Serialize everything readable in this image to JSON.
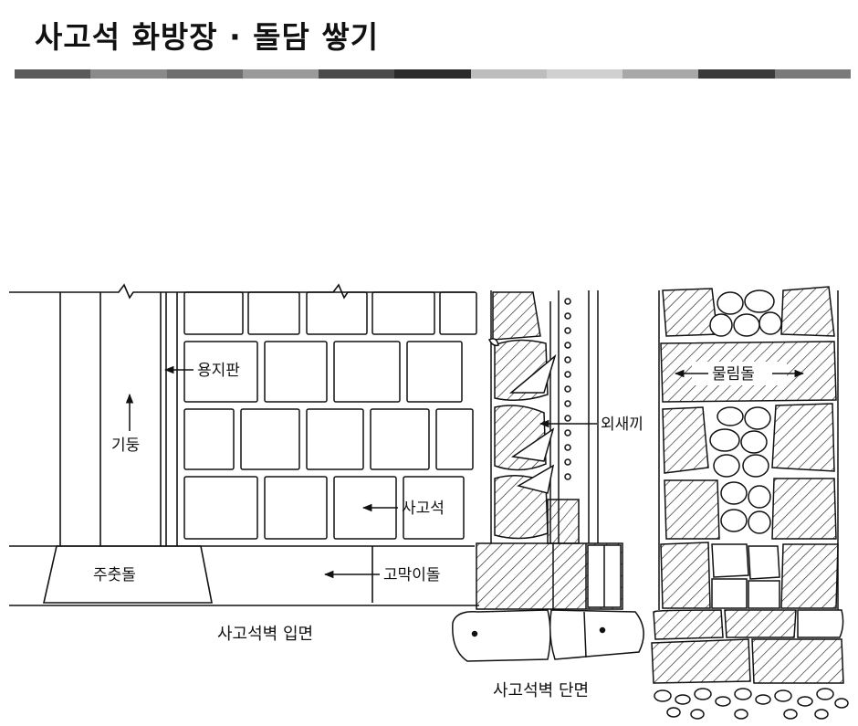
{
  "title": "사고석 화방장 · 돌담 쌓기",
  "title_bar_colors": [
    "#5a5a5a",
    "#8a8a8a",
    "#6e6e6e",
    "#9a9a9a",
    "#4a4a4a",
    "#2a2a2a",
    "#bdbdbd",
    "#d0d0d0",
    "#a8a8a8",
    "#3a3a3a",
    "#7a7a7a"
  ],
  "labels": {
    "yongjipan": "용지판",
    "gidung": "기둥",
    "juchutdol": "주춧돌",
    "sagoseok": "사고석",
    "gomagidol": "고막이돌",
    "oesaekki": "외새끼",
    "mullimdol": "물림돌"
  },
  "captions": {
    "elevation": "사고석벽 입면",
    "section": "사고석벽 단면"
  }
}
